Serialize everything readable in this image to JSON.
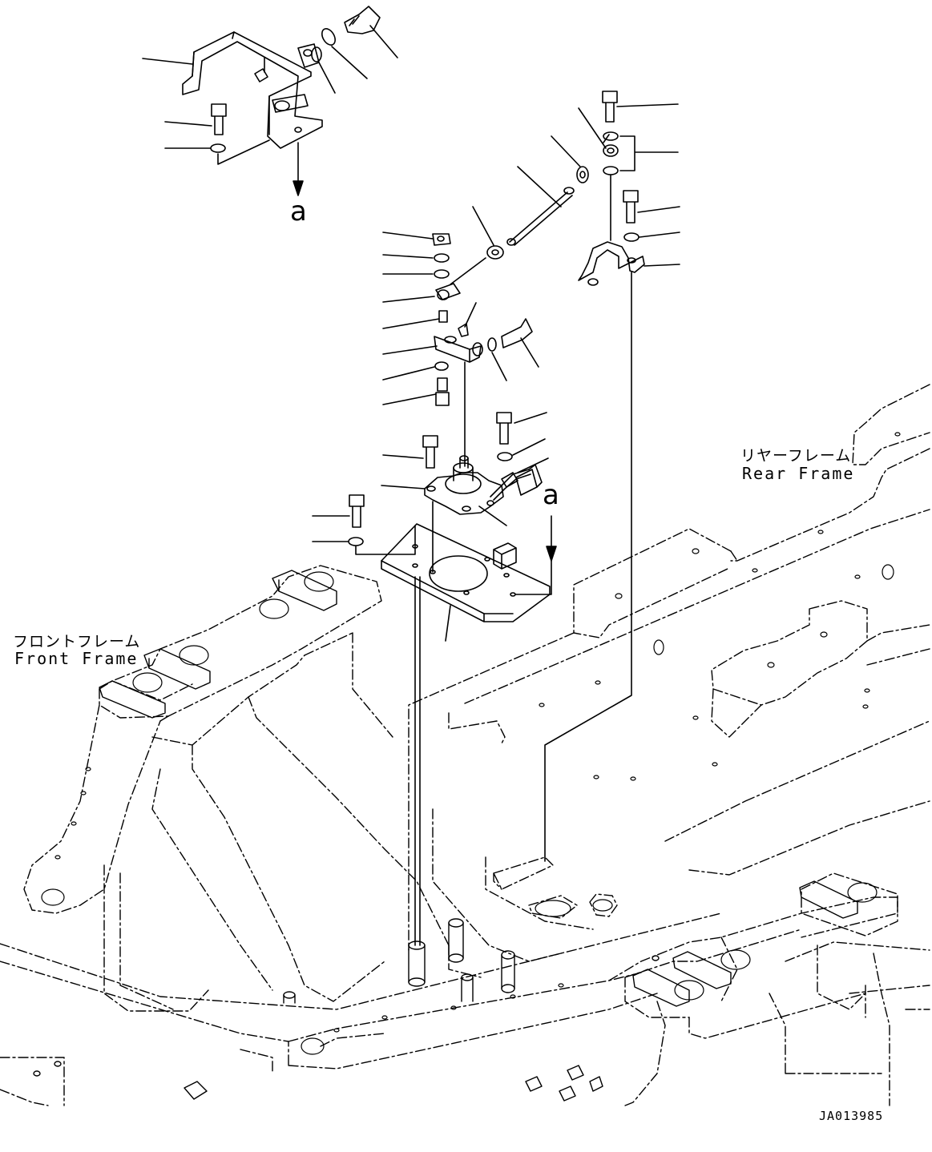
{
  "labels": {
    "rear_frame_jp": "リヤーフレーム",
    "rear_frame_en": "Rear Frame",
    "front_frame_jp": "フロントフレーム",
    "front_frame_en": "Front Frame",
    "view_mark_top": "a",
    "view_mark_mid": "a",
    "drawing_code": "JA013985"
  }
}
